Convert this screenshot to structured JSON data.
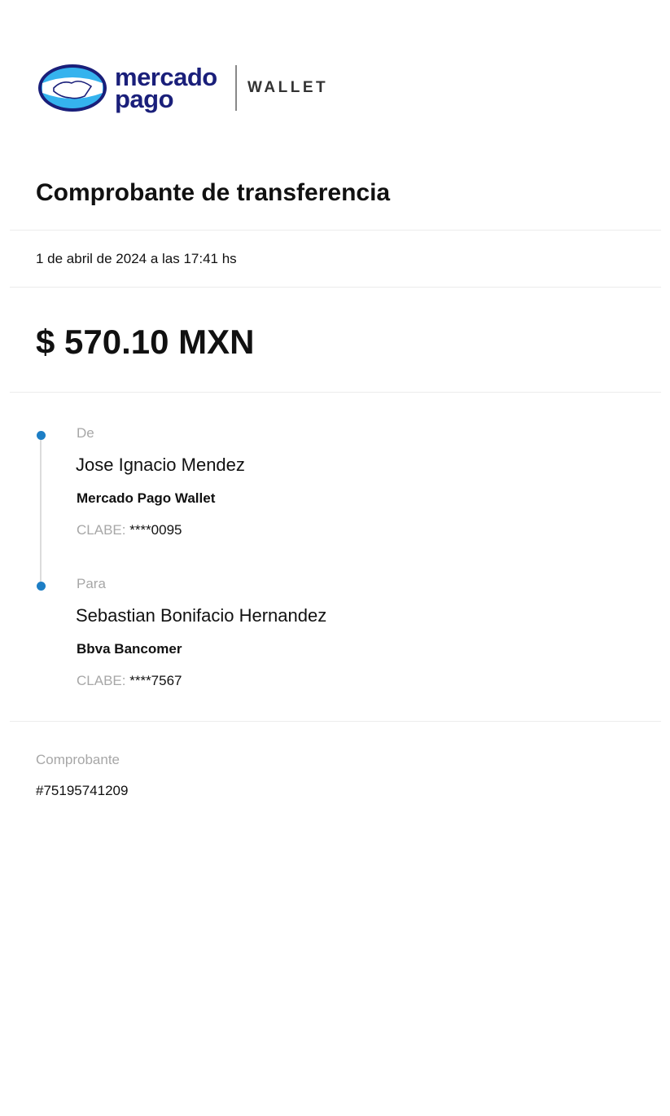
{
  "brand": {
    "logo_line1": "mercado",
    "logo_line2": "pago",
    "product": "WALLET",
    "color": "#1a1f7a",
    "accent": "#1d7ec5"
  },
  "header": {
    "title": "Comprobante de transferencia"
  },
  "date": "1 de abril de 2024 a las 17:41 hs",
  "amount": "$ 570.10 MXN",
  "from": {
    "label": "De",
    "name": "Jose Ignacio Mendez",
    "bank": "Mercado Pago Wallet",
    "clabe_label": "CLABE:",
    "clabe_value": "****0095"
  },
  "to": {
    "label": "Para",
    "name": "Sebastian Bonifacio Hernandez",
    "bank": "Bbva Bancomer",
    "clabe_label": "CLABE:",
    "clabe_value": "****7567"
  },
  "receipt": {
    "label": "Comprobante",
    "number": "#75195741209"
  }
}
